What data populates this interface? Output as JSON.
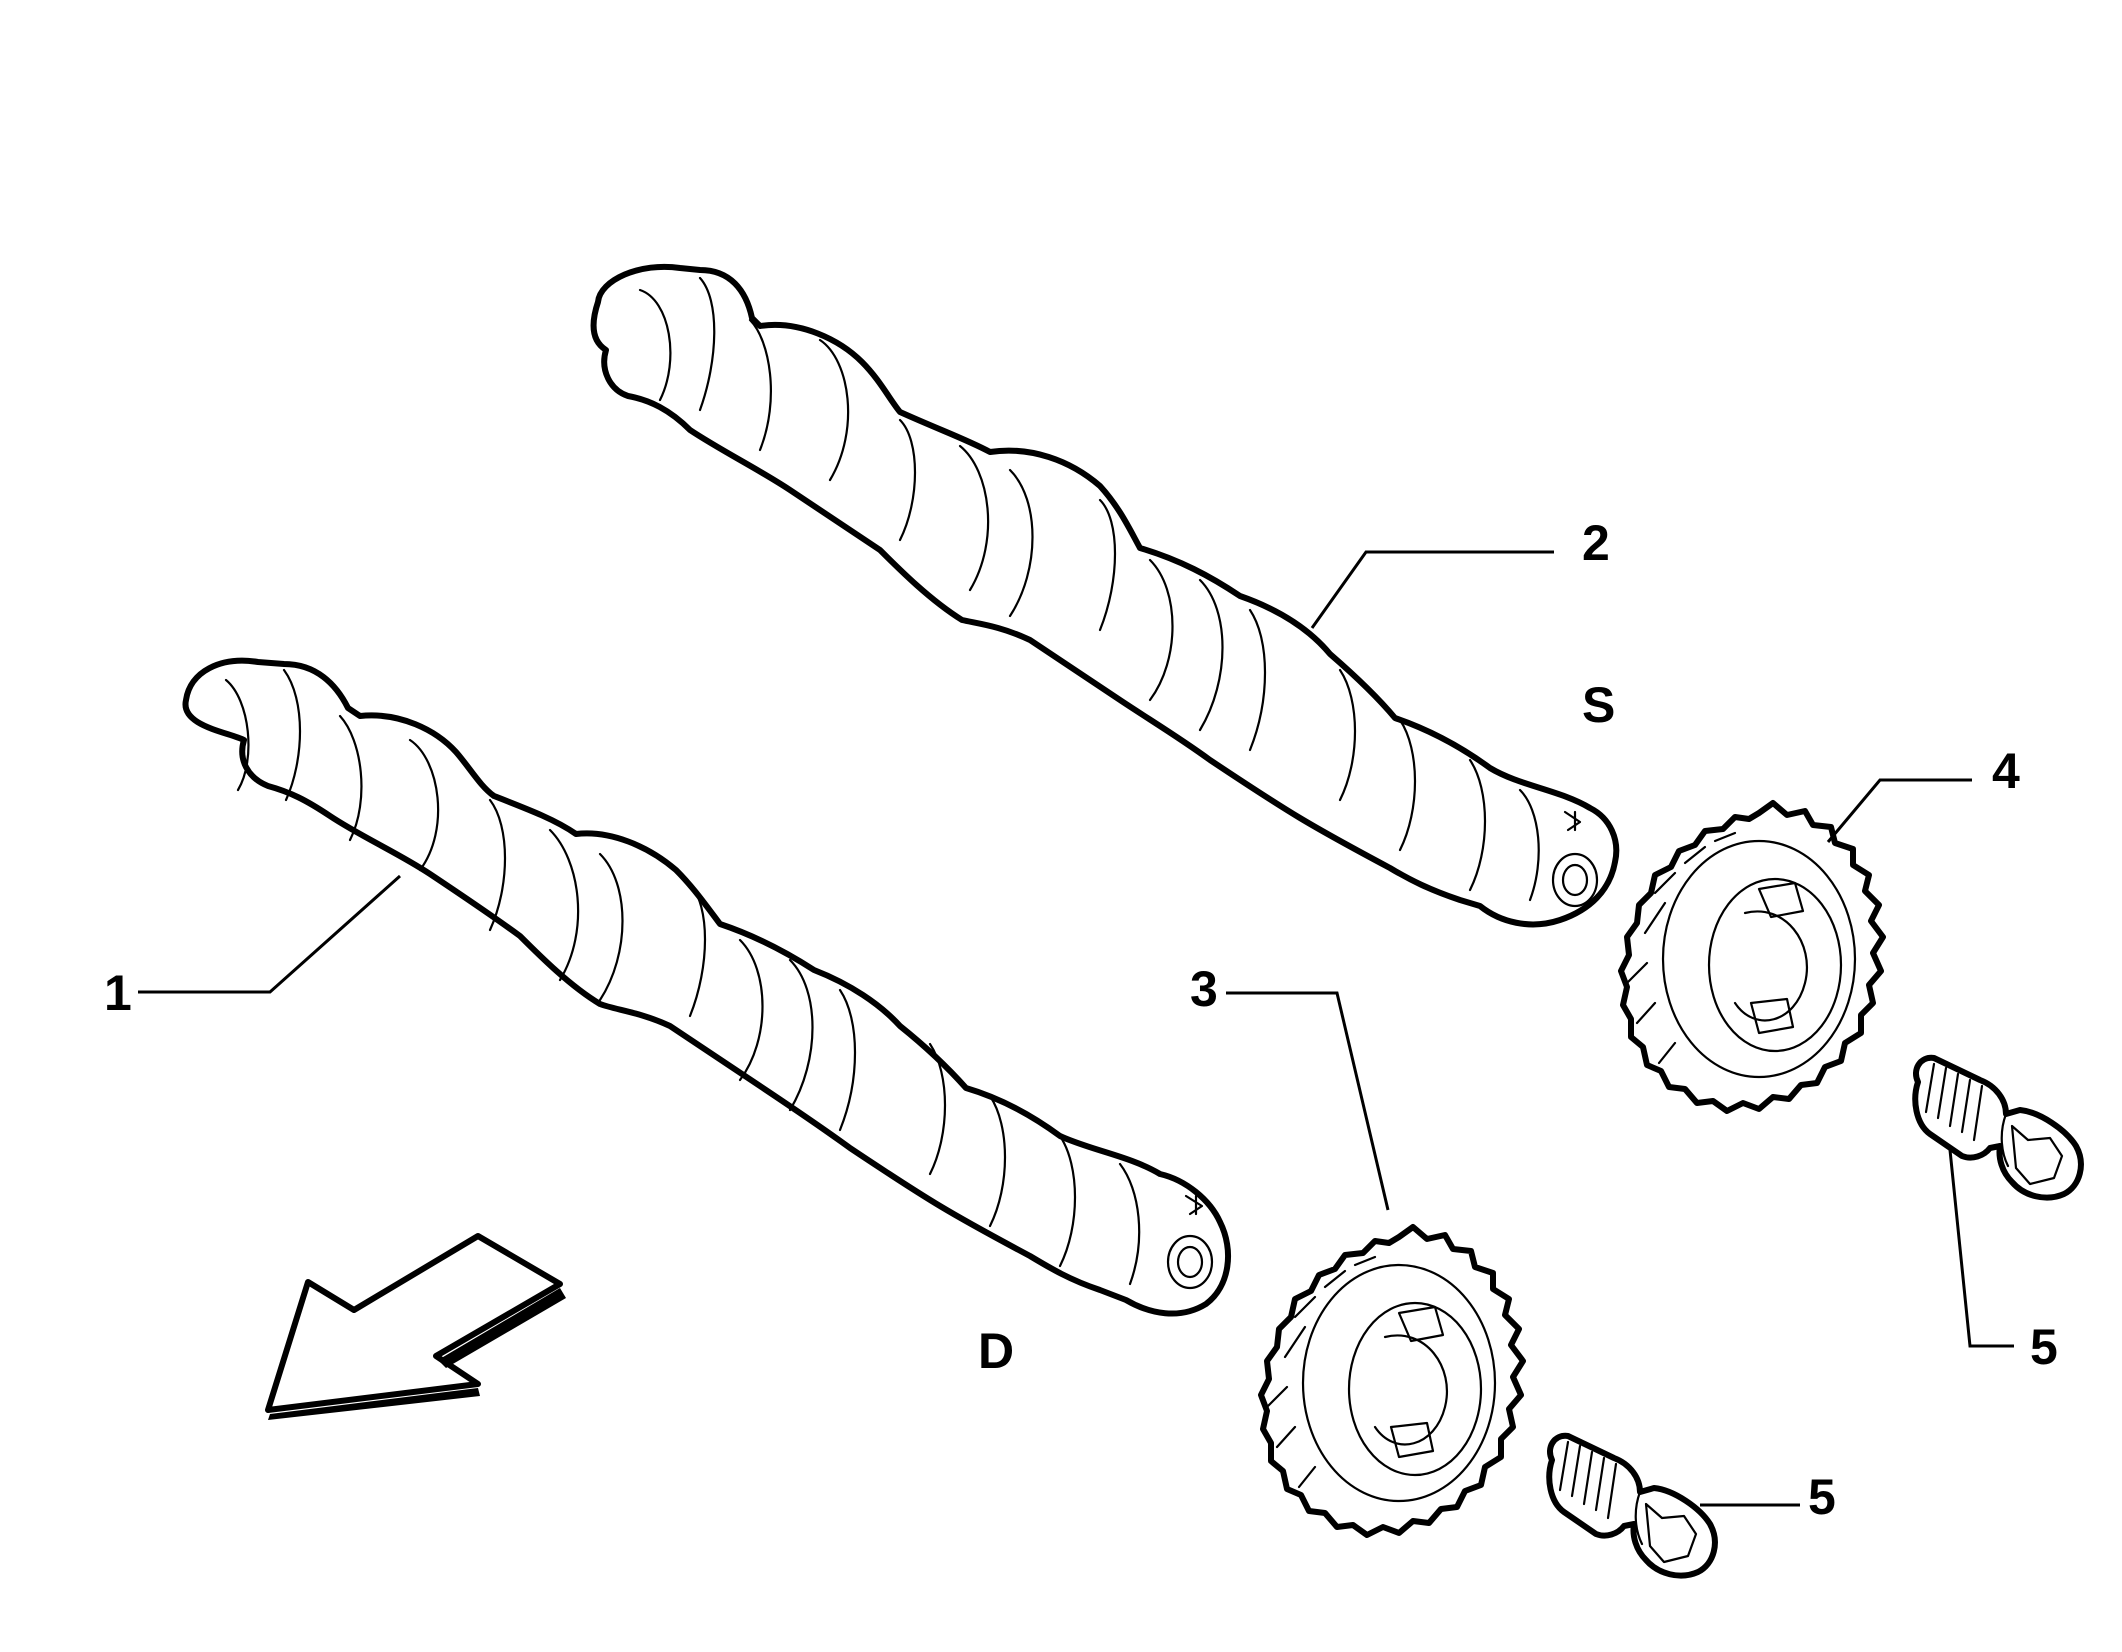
{
  "callouts": {
    "one": "1",
    "two": "2",
    "three": "3",
    "four": "4",
    "five_upper": "5",
    "five_lower": "5"
  },
  "side_letters": {
    "s": "S",
    "d": "D"
  },
  "icons": {
    "direction": "direction-arrow-icon"
  },
  "colors": {
    "line": "#000000",
    "background": "#ffffff"
  }
}
